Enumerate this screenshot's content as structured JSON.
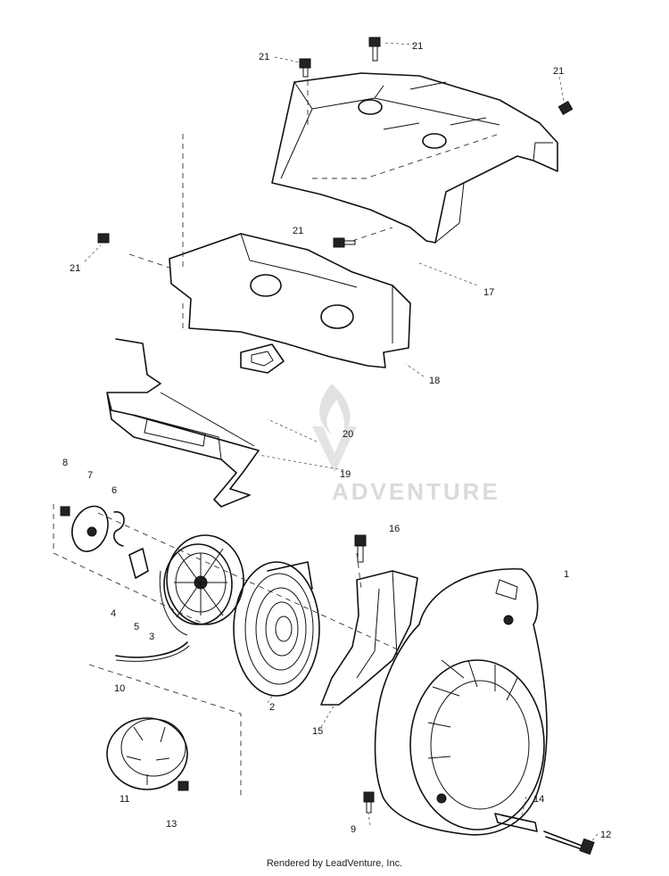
{
  "callouts": {
    "c1": "1",
    "c2": "2",
    "c3": "3",
    "c4": "4",
    "c5": "5",
    "c6": "6",
    "c7": "7",
    "c8": "8",
    "c9": "9",
    "c10": "10",
    "c11": "11",
    "c12": "12",
    "c13": "13",
    "c14": "14",
    "c15": "15",
    "c16": "16",
    "c17": "17",
    "c18": "18",
    "c19": "19",
    "c20": "20",
    "c21": "21"
  },
  "watermark": {
    "text": "ADVENTURE"
  },
  "footer": {
    "text": "Rendered by LeadVenture, Inc."
  }
}
